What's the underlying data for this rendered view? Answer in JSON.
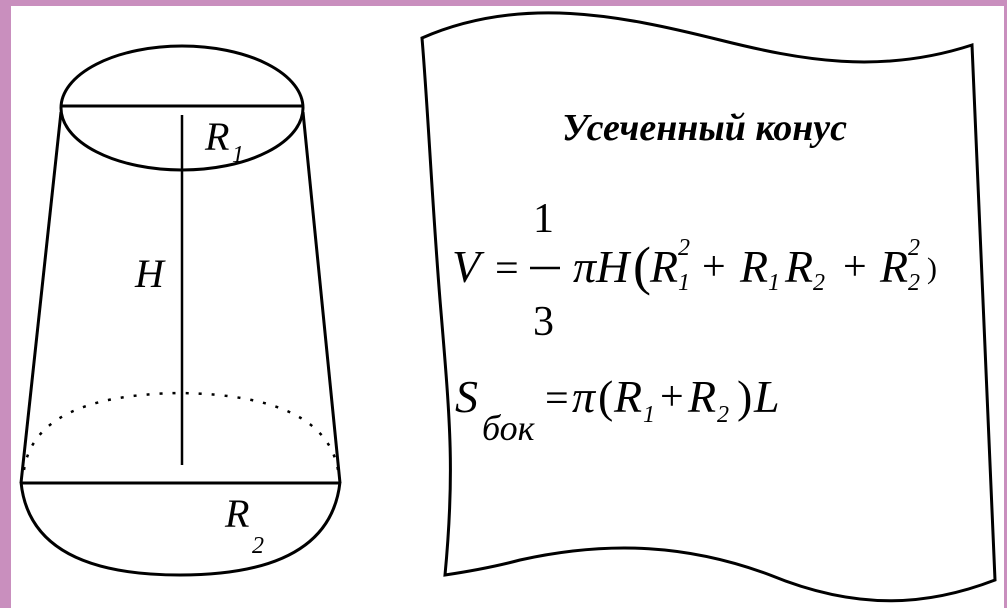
{
  "figure": {
    "labels": {
      "r1": "R",
      "r1_sub": "1",
      "h": "H",
      "r2": "R",
      "r2_sub": "2"
    }
  },
  "card": {
    "title": "Усеченный конус",
    "volume": {
      "v": "V",
      "eq": "=",
      "num": "1",
      "den": "3",
      "pi_h": "πH",
      "lparen": "(",
      "r1": "R",
      "r1_sub": "1",
      "r1_sup": "2",
      "plus1": "+",
      "r1b": "R",
      "r1b_sub": "1",
      "r2b": "R",
      "r2b_sub": "2",
      "plus2": "+",
      "r2": "R",
      "r2_sub": "2",
      "r2_sup": "2",
      "rparen": ")"
    },
    "area": {
      "s": "S",
      "s_sub": "бок",
      "eq": "=",
      "pi": "π",
      "lparen": "(",
      "r1": "R",
      "r1_sub": "1",
      "plus": "+",
      "r2": "R",
      "r2_sub": "2",
      "rparen": ")",
      "l": "L"
    }
  }
}
